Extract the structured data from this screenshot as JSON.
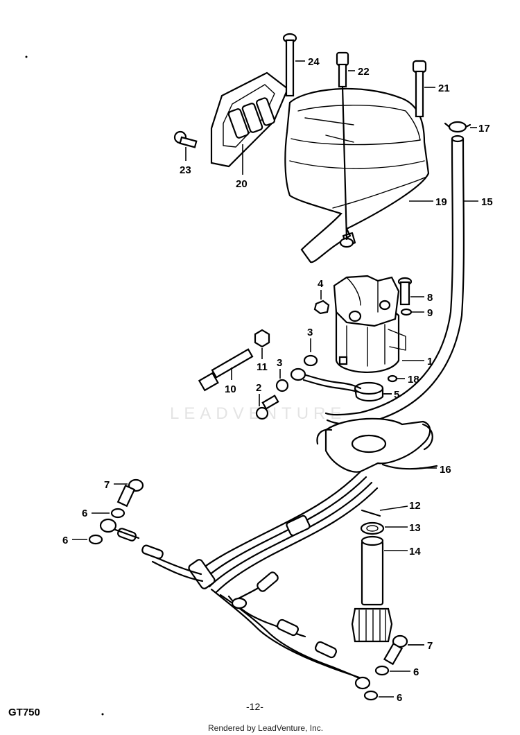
{
  "watermark": "LEADVENTURE",
  "model": "GT750",
  "page_number": "-12-",
  "footer": "Rendered by LeadVenture, Inc.",
  "parts": {
    "p1": "1",
    "p2": "2",
    "p3a": "3",
    "p3b": "3",
    "p4": "4",
    "p5": "5",
    "p6a": "6",
    "p6b": "6",
    "p6c": "6",
    "p6d": "6",
    "p7a": "7",
    "p7b": "7",
    "p8": "8",
    "p9": "9",
    "p10": "10",
    "p11": "11",
    "p12": "12",
    "p13": "13",
    "p14": "14",
    "p15": "15",
    "p16": "16",
    "p17": "17",
    "p18": "18",
    "p19": "19",
    "p20": "20",
    "p21": "21",
    "p22": "22",
    "p23": "23",
    "p24": "24"
  }
}
